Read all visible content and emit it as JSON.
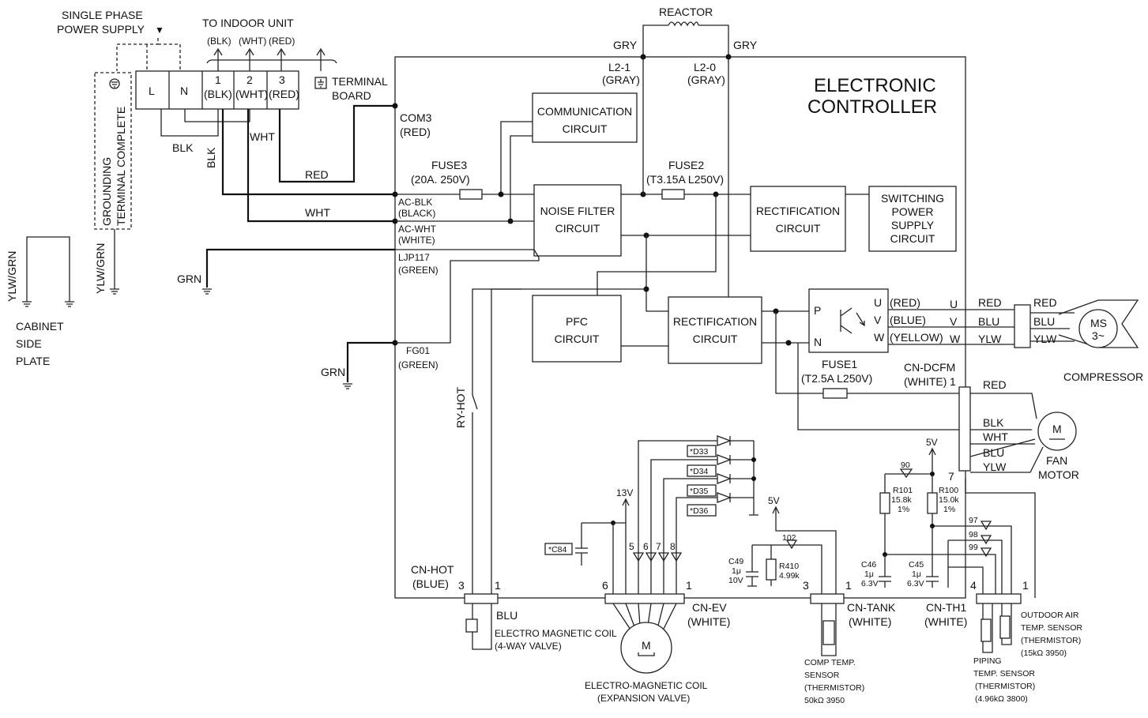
{
  "controller": {
    "line1": "ELECTRONIC",
    "line2": "CONTROLLER"
  },
  "power": {
    "supply_line1": "SINGLE PHASE",
    "supply_line2": "POWER SUPPLY",
    "to_indoor": "TO INDOOR UNIT",
    "grounding_line1": "GROUNDING",
    "grounding_line2": "TERMINAL COMPLETE",
    "ylwgrn": "YLW/GRN"
  },
  "terminal_board": {
    "line1": "TERMINAL",
    "line2": "BOARD",
    "cells": [
      "L",
      "N",
      "1",
      "2",
      "3"
    ],
    "subs": [
      "(BLK)",
      "(WHT)",
      "(RED)"
    ]
  },
  "indoor_labels": [
    "(BLK)",
    "(WHT)",
    "(RED)"
  ],
  "cabinet": {
    "ylwgrn": "YLW/GRN",
    "line1": "CABINET",
    "line2": "SIDE",
    "line3": "PLATE"
  },
  "wires": {
    "blk": "BLK",
    "blk2": "BLK",
    "wht": "WHT",
    "red": "RED",
    "wht2": "WHT",
    "grn1": "GRN",
    "grn2": "GRN"
  },
  "reactor": {
    "title": "REACTOR",
    "gry_l": "GRY",
    "gry_r": "GRY",
    "l21": "L2-1",
    "l21c": "(GRAY)",
    "l20": "L2-0",
    "l20c": "(GRAY)"
  },
  "connectors": {
    "com3": "COM3",
    "com3c": "(RED)",
    "acblk": "AC-BLK",
    "acblkc": "(BLACK)",
    "acwht": "AC-WHT",
    "acwhtc": "(WHITE)",
    "ljp": "LJP117",
    "ljpc": "(GREEN)",
    "fg01": "FG01",
    "fg01c": "(GREEN)"
  },
  "fuses": {
    "f3": "FUSE3",
    "f3r": "(20A. 250V)",
    "f2": "FUSE2",
    "f2r": "(T3.15A  L250V)",
    "f1": "FUSE1",
    "f1r": "(T2.5A  L250V)"
  },
  "blocks": {
    "comm1": "COMMUNICATION",
    "comm2": "CIRCUIT",
    "nf1": "NOISE FILTER",
    "nf2": "CIRCUIT",
    "rect1a": "RECTIFICATION",
    "rect1b": "CIRCUIT",
    "sw1": "SWITCHING",
    "sw2": "POWER",
    "sw3": "SUPPLY",
    "sw4": "CIRCUIT",
    "pfc1": "PFC",
    "pfc2": "CIRCUIT",
    "rect2a": "RECTIFICATION",
    "rect2b": "CIRCUIT"
  },
  "ipm": {
    "p": "P",
    "n": "N",
    "u": "U",
    "v": "V",
    "w": "W"
  },
  "compressor": {
    "c_red": "(RED)",
    "c_blue": "(BLUE)",
    "c_yel": "(YELLOW)",
    "u": "U",
    "v": "V",
    "w": "W",
    "w1": "RED",
    "w2": "BLU",
    "w3": "YLW",
    "w4": "RED",
    "w5": "BLU",
    "w6": "YLW",
    "ms": "MS",
    "ms2": "3~",
    "label": "COMPRESSOR"
  },
  "fan": {
    "conn": "CN-DCFM",
    "connc": "(WHITE)",
    "one": "1",
    "seven": "7",
    "wires": [
      "RED",
      "BLK",
      "WHT",
      "BLU",
      "YLW"
    ],
    "m": "M",
    "label1": "FAN",
    "label2": "MOTOR"
  },
  "ryhot": "RY-HOT",
  "diodes": [
    "*D33",
    "*D34",
    "*D35",
    "*D36"
  ],
  "v13": "13V",
  "v5a": "5V",
  "v5b": "5V",
  "c84": "*C84",
  "ev_pins": [
    "5",
    "6",
    "7",
    "8"
  ],
  "cnhot": {
    "name": "CN-HOT",
    "color": "(BLUE)",
    "p3": "3",
    "p1": "1",
    "blu": "BLU",
    "coil1": "ELECTRO MAGNETIC COIL",
    "coil2": "(4-WAY VALVE)"
  },
  "cnev": {
    "p6": "6",
    "p1": "1",
    "name": "CN-EV",
    "color": "(WHITE)",
    "m": "M",
    "coil1": "ELECTRO-MAGNETIC COIL",
    "coil2": "(EXPANSION VALVE)"
  },
  "tank": {
    "n102": "102",
    "c49": "C49",
    "c49v": "1μ",
    "c49w": "10V",
    "r410": "R410",
    "r410v": "4.99k",
    "p3": "3",
    "p1": "1",
    "name": "CN-TANK",
    "color": "(WHITE)",
    "s1": "COMP  TEMP.",
    "s2": "SENSOR",
    "s3": "(THERMISTOR)",
    "s4": "50kΩ 3950"
  },
  "th1": {
    "n90": "90",
    "r101": "R101",
    "r101v": "15.8k",
    "r101p": "1%",
    "r100": "R100",
    "r100v": "15.0k",
    "r100p": "1%",
    "n97": "97",
    "n98": "98",
    "n99": "99",
    "c46": "C46",
    "c46v": "1μ",
    "c46w": "6.3V",
    "c45": "C45",
    "c45v": "1μ",
    "c45w": "6.3V",
    "p4": "4",
    "p1": "1",
    "name": "CN-TH1",
    "color": "(WHITE)",
    "pipe1": "PIPING",
    "pipe2": "TEMP. SENSOR",
    "pipe3": "(THERMISTOR)",
    "pipe4": "(4.96kΩ 3800)",
    "out1": "OUTDOOR AIR",
    "out2": "TEMP.  SENSOR",
    "out3": "(THERMISTOR)",
    "out4": "(15kΩ 3950)"
  }
}
